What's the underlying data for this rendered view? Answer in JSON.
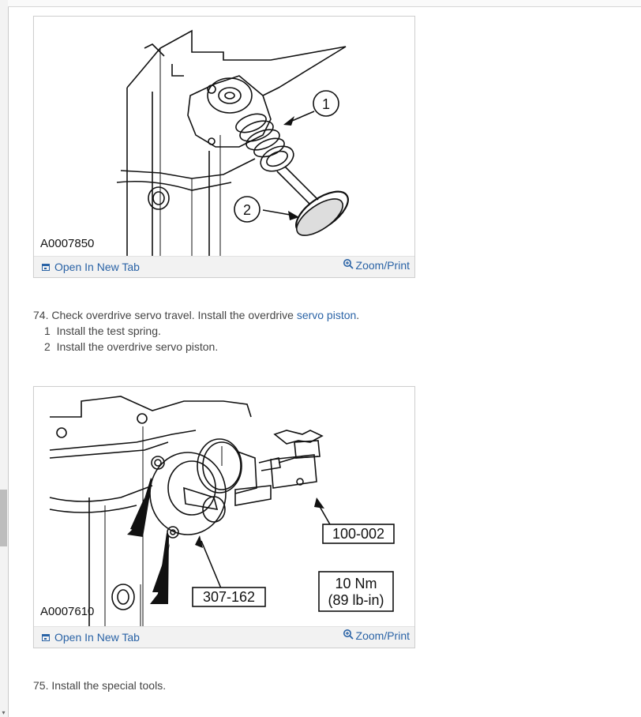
{
  "figures": [
    {
      "id_label": "A0007850",
      "callouts": [
        "1",
        "2"
      ],
      "open_tab_label": "Open In New Tab",
      "zoom_label": "Zoom/Print"
    },
    {
      "id_label": "A0007610",
      "tool_labels": [
        "100-002",
        "307-162"
      ],
      "torque_line1": "10 Nm",
      "torque_line2": "(89 lb-in)",
      "open_tab_label": "Open In New Tab",
      "zoom_label": "Zoom/Print"
    }
  ],
  "step74": {
    "text": "74. Check overdrive servo travel. Install the overdrive ",
    "link": "servo piston",
    "end": ".",
    "substeps": [
      {
        "num": "1",
        "text": "Install the test spring."
      },
      {
        "num": "2",
        "text": "Install the overdrive servo piston."
      }
    ]
  },
  "step75": {
    "text": "75. Install the special tools."
  },
  "colors": {
    "link": "#2a63a6",
    "toolbar_bg": "#f2f2f2",
    "text": "#444444"
  }
}
